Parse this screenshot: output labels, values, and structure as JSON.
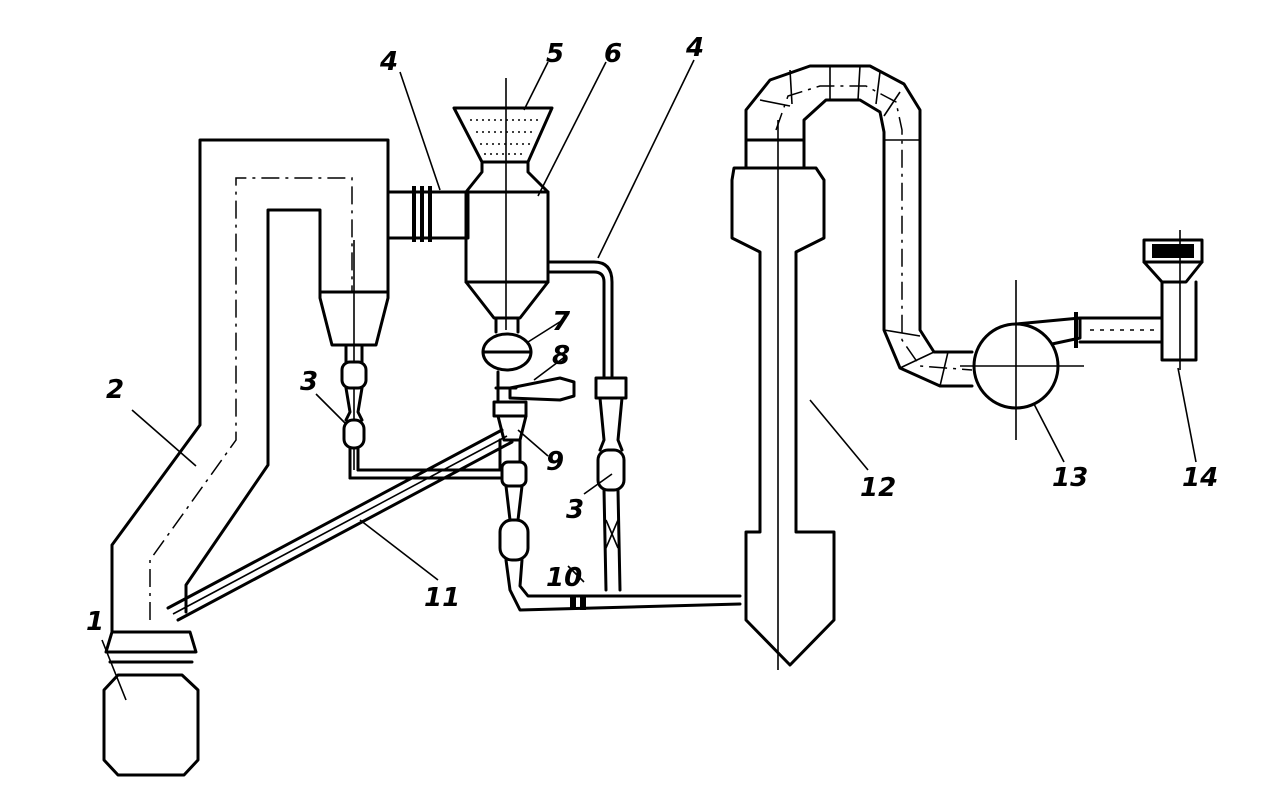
{
  "diagram": {
    "labels": {
      "l1": "1",
      "l2": "2",
      "l3a": "3",
      "l3b": "3",
      "l4a": "4",
      "l4b": "4",
      "l5": "5",
      "l6": "6",
      "l7": "7",
      "l8": "8",
      "l9": "9",
      "l10": "10",
      "l11": "11",
      "l12": "12",
      "l13": "13",
      "l14": "14"
    }
  }
}
